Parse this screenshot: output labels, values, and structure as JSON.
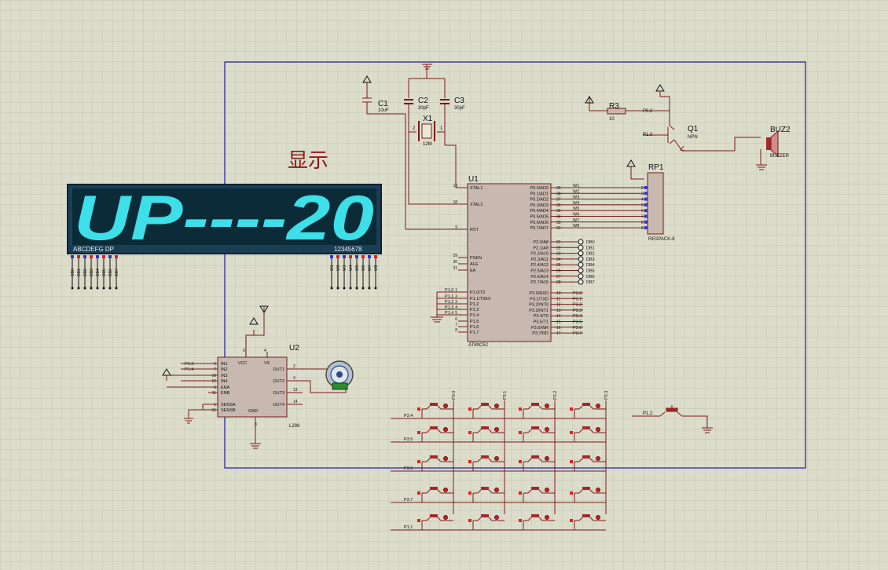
{
  "display": {
    "title": "显示",
    "text": "UP----20",
    "seg_label_left": "ABCDEFG DP",
    "seg_label_right": "12345678",
    "seg_pins": [
      "DB0",
      "DB1",
      "DB2",
      "DB3",
      "DB4",
      "DB5",
      "DB6",
      "DB7"
    ],
    "digit_pins": [
      "W1",
      "W2",
      "W3",
      "W4",
      "W5",
      "W6",
      "W7",
      "W8"
    ]
  },
  "mcu": {
    "ref": "U1",
    "part": "AT89C52",
    "left_pins": [
      {
        "num": "19",
        "name": "XTAL1"
      },
      {
        "num": "18",
        "name": "XTAL2"
      },
      {
        "num": "9",
        "name": "RST"
      },
      {
        "num": "29",
        "name": "PSEN"
      },
      {
        "num": "30",
        "name": "ALE"
      },
      {
        "num": "31",
        "name": "EA"
      },
      {
        "num": "1",
        "name": "P1.0/T2"
      },
      {
        "num": "2",
        "name": "P1.1/T2EX"
      },
      {
        "num": "3",
        "name": "P1.2"
      },
      {
        "num": "4",
        "name": "P1.3"
      },
      {
        "num": "5",
        "name": "P1.4"
      },
      {
        "num": "6",
        "name": "P1.5"
      },
      {
        "num": "7",
        "name": "P1.6"
      },
      {
        "num": "8",
        "name": "P1.7"
      }
    ],
    "left_nets": [
      "P1.0",
      "P1.1",
      "P1.2",
      "P1.3",
      "P1.4"
    ],
    "p0_pins": [
      {
        "num": "39",
        "name": "P0.0/AD0",
        "net": "W1"
      },
      {
        "num": "38",
        "name": "P0.1/AD1",
        "net": "W2"
      },
      {
        "num": "37",
        "name": "P0.2/AD2",
        "net": "W3"
      },
      {
        "num": "36",
        "name": "P0.3/AD3",
        "net": "W4"
      },
      {
        "num": "35",
        "name": "P0.4/AD4",
        "net": "W5"
      },
      {
        "num": "34",
        "name": "P0.5/AD5",
        "net": "W6"
      },
      {
        "num": "33",
        "name": "P0.6/AD6",
        "net": "W7"
      },
      {
        "num": "32",
        "name": "P0.7/AD7",
        "net": "W8"
      }
    ],
    "p2_pins": [
      {
        "num": "21",
        "name": "P2.0/A8",
        "net": "DB0"
      },
      {
        "num": "22",
        "name": "P2.1/A9",
        "net": "DB1"
      },
      {
        "num": "23",
        "name": "P2.2/A10",
        "net": "DB2"
      },
      {
        "num": "24",
        "name": "P2.3/A11",
        "net": "DB3"
      },
      {
        "num": "25",
        "name": "P2.4/A12",
        "net": "DB4"
      },
      {
        "num": "26",
        "name": "P2.5/A13",
        "net": "DB5"
      },
      {
        "num": "27",
        "name": "P2.6/A14",
        "net": "DB6"
      },
      {
        "num": "28",
        "name": "P2.7/A15",
        "net": "DB7"
      }
    ],
    "p3_pins": [
      {
        "num": "10",
        "name": "P3.0/RXD",
        "net": "P3.0"
      },
      {
        "num": "11",
        "name": "P3.1/TXD",
        "net": "P3.1"
      },
      {
        "num": "12",
        "name": "P3.2/INT0",
        "net": "P3.2"
      },
      {
        "num": "13",
        "name": "P3.3/INT1",
        "net": "P3.3"
      },
      {
        "num": "14",
        "name": "P3.4/T0",
        "net": "P3.4"
      },
      {
        "num": "15",
        "name": "P3.5/T1",
        "net": "P3.5"
      },
      {
        "num": "16",
        "name": "P3.6/WR",
        "net": "P3.6"
      },
      {
        "num": "17",
        "name": "P3.7/RD",
        "net": "P3.7"
      }
    ]
  },
  "components": {
    "c1": {
      "ref": "C1",
      "value": "10uF"
    },
    "c2": {
      "ref": "C2",
      "value": "30pF"
    },
    "c3": {
      "ref": "C3",
      "value": "30pF"
    },
    "x1": {
      "ref": "X1",
      "value": "12M",
      "pin1": "1",
      "pin2": "2"
    },
    "r3": {
      "ref": "R3",
      "value": "10",
      "net": "P0.2"
    },
    "q1": {
      "ref": "Q1",
      "type": "NPN",
      "net": "P1.0"
    },
    "buz": {
      "ref": "BUZ2",
      "type": "BUZZER"
    },
    "rp1": {
      "ref": "RP1",
      "part": "RESPACK-8",
      "pins": [
        "2",
        "3",
        "4",
        "5",
        "6",
        "7",
        "8",
        "9"
      ]
    }
  },
  "driver": {
    "ref": "U2",
    "part": "L298",
    "in_pins": [
      {
        "num": "5",
        "name": "IN1",
        "net": "P1.3"
      },
      {
        "num": "7",
        "name": "IN2",
        "net": "P1.4"
      },
      {
        "num": "10",
        "name": "IN3",
        "net": ""
      },
      {
        "num": "12",
        "name": "IN4",
        "net": ""
      },
      {
        "num": "6",
        "name": "ENA",
        "net": ""
      },
      {
        "num": "11",
        "name": "ENB",
        "net": ""
      },
      {
        "num": "1",
        "name": "SENSA",
        "net": ""
      },
      {
        "num": "15",
        "name": "SENSB",
        "net": ""
      }
    ],
    "out_pins": [
      {
        "num": "2",
        "name": "OUT1"
      },
      {
        "num": "3",
        "name": "OUT2"
      },
      {
        "num": "13",
        "name": "OUT3"
      },
      {
        "num": "14",
        "name": "OUT4"
      }
    ],
    "top_pins": [
      {
        "num": "9",
        "name": "VCC"
      },
      {
        "num": "4",
        "name": "VS"
      }
    ],
    "gnd_pin": {
      "num": "8",
      "name": "GND"
    }
  },
  "keypad": {
    "col_nets": [
      "P3.0",
      "P3.1",
      "P3.2",
      "P3.3"
    ],
    "row_nets": [
      "P3.4",
      "P3.5",
      "P3.6",
      "P3.7",
      "P1.1"
    ],
    "extra_key_net": "P1.2"
  }
}
